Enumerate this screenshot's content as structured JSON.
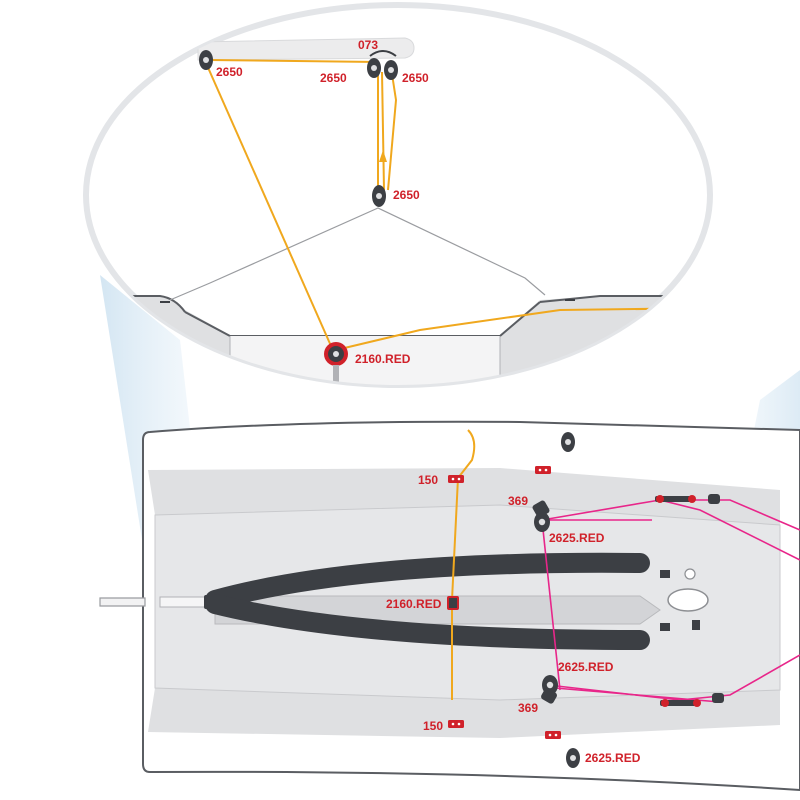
{
  "colors": {
    "label_red": "#d0212a",
    "control_line": "#f0a81e",
    "pink_line": "#e8268a",
    "hull_deck": "#dfe0e2",
    "hull_outline": "#5a5d62",
    "cockpit_floor": "#e6e7e9",
    "tube_dark": "#3c3f44",
    "highlight_blue": "#d6e7f3"
  },
  "detail_labels": {
    "block_top_left": "2650",
    "fitting_top": "073",
    "block_top_mid": "2650",
    "block_top_right": "2650",
    "block_lower": "2650",
    "cleat_base": "2160.RED"
  },
  "hull_labels": {
    "pad_top": "150",
    "cleat_top": "369",
    "block_top": "2625.RED",
    "cleat_center": "2160.RED",
    "block_bottom": "2625.RED",
    "cleat_bottom": "369",
    "pad_bottom": "150",
    "block_bottom_corner": "2625.RED"
  }
}
